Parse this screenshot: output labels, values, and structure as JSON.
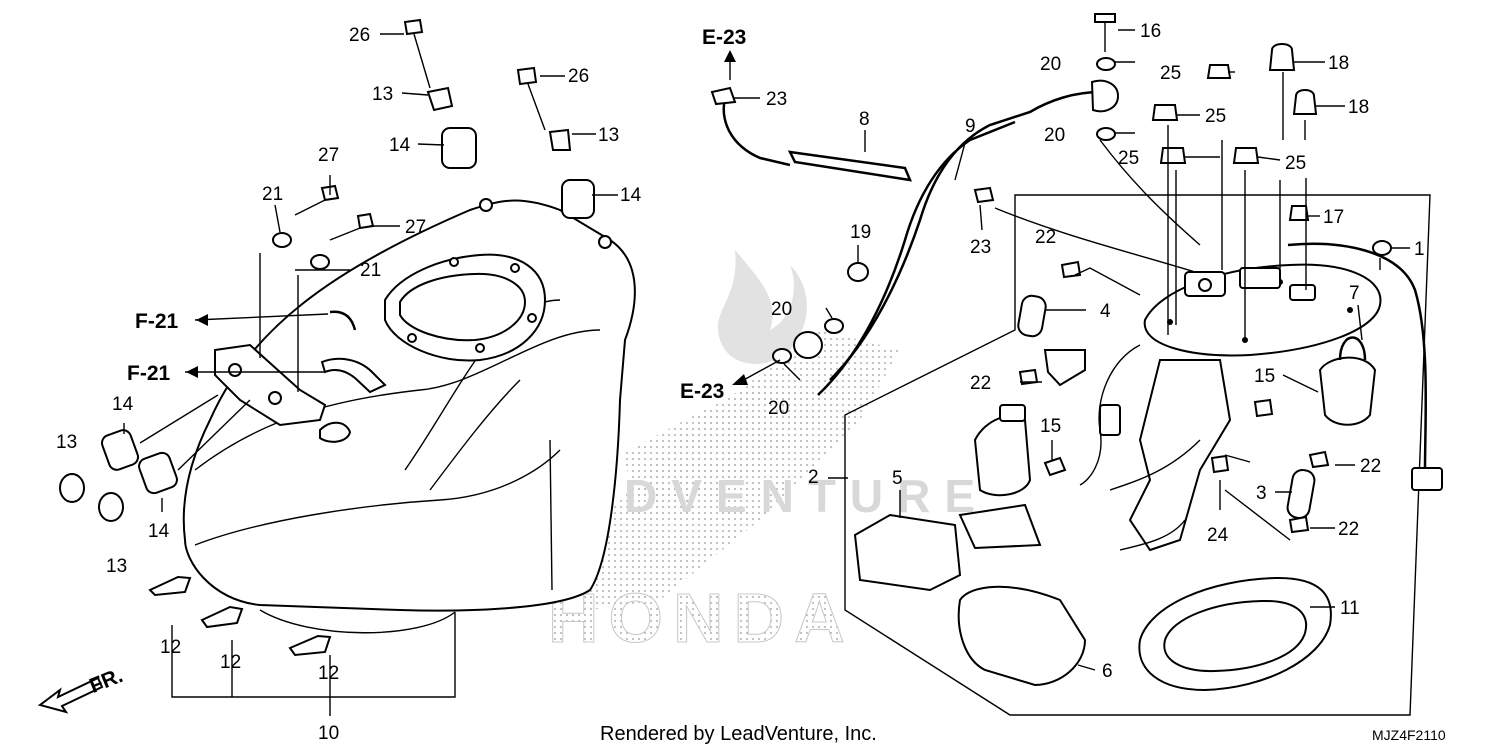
{
  "diagram": {
    "credit": "Rendered by LeadVenture, Inc.",
    "diagram_code": "MJZ4F2110",
    "front_label": "FR.",
    "watermark_brand": "HONDA",
    "watermark_dealer": "LEADVENTURE"
  },
  "refs": {
    "e23_top": "E-23",
    "e23_bottom": "E-23",
    "f21_top": "F-21",
    "f21_bottom": "F-21"
  },
  "callouts": {
    "c1": "1",
    "c2": "2",
    "c3": "3",
    "c4": "4",
    "c5": "5",
    "c6": "6",
    "c7": "7",
    "c8": "8",
    "c9": "9",
    "c10": "10",
    "c11": "11",
    "c12a": "12",
    "c12b": "12",
    "c12c": "12",
    "c13a": "13",
    "c13b": "13",
    "c13c": "13",
    "c13d": "13",
    "c14a": "14",
    "c14b": "14",
    "c14c": "14",
    "c14d": "14",
    "c15a": "15",
    "c15b": "15",
    "c16": "16",
    "c17": "17",
    "c18a": "18",
    "c18b": "18",
    "c19": "19",
    "c20a": "20",
    "c20b": "20",
    "c20c": "20",
    "c20d": "20",
    "c21a": "21",
    "c21b": "21",
    "c22a": "22",
    "c22b": "22",
    "c22c": "22",
    "c22d": "22",
    "c23a": "23",
    "c23b": "23",
    "c24": "24",
    "c25a": "25",
    "c25b": "25",
    "c25c": "25",
    "c25d": "25",
    "c26a": "26",
    "c26b": "26",
    "c27a": "27",
    "c27b": "27"
  }
}
